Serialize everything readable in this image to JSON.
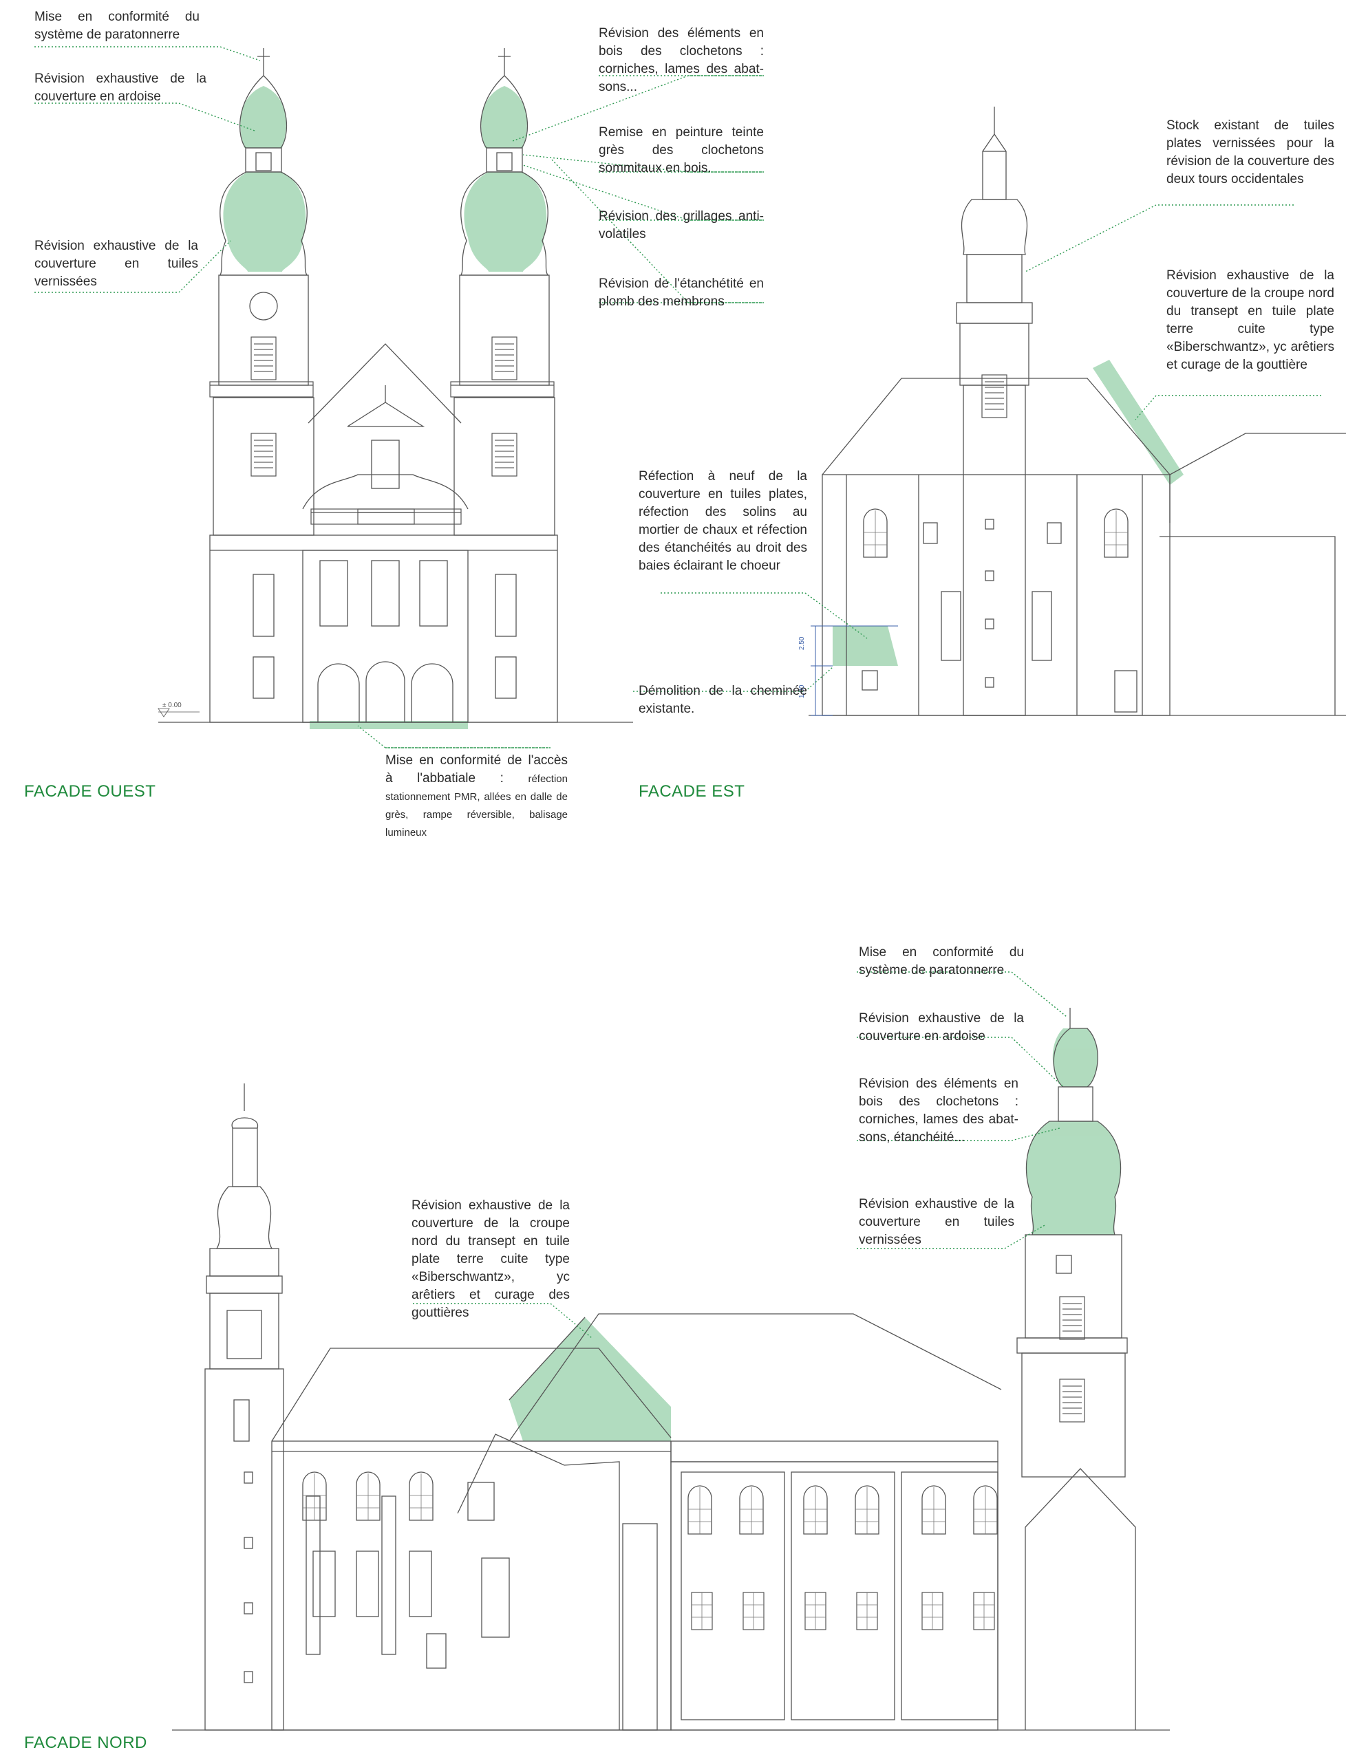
{
  "colors": {
    "highlight": "#a9d8b8",
    "title_green": "#1f8a3c",
    "leader_green": "#2f9a52",
    "line": "#555555",
    "dimension_blue": "#3a5fa8"
  },
  "titles": {
    "ouest": "FACADE OUEST",
    "est": "FACADE EST",
    "nord": "FACADE NORD"
  },
  "level_mark": "± 0.00",
  "dimensions": {
    "upper": "2.50",
    "lower": "1.00"
  },
  "annotations": {
    "ouest_paratonnerre": "Mise en conformité du système de paratonnerre",
    "ouest_ardoise": "Révision exhaustive de la couverture en ardoise",
    "ouest_tuiles": "Révision exhaustive de la couverture en tuiles vernissées",
    "ouest_bois": "Révision des éléments en bois des clochetons : corniches, lames des abat-sons...",
    "ouest_peinture": "Remise en peinture teinte grès des clochetons sommitaux en bois.",
    "ouest_grillages": "Révision des grillages anti-volatiles",
    "ouest_etancheite": "Révision de l'étanchétité en plomb des membrons",
    "ouest_acces_main": "Mise en conformité de l'accès à l'abbatiale :",
    "ouest_acces_detail": "réfection stationnement PMR, allées en dalle de grès, rampe réversible, balisage lumineux",
    "est_stock": "Stock existant de tuiles plates vernissées pour la révision de la couverture des deux tours occidentales",
    "est_croupe": "Révision exhaustive de la couverture de la croupe nord du transept en tuile plate terre cuite type «Biberschwantz», yc arêtiers et curage de la gouttière",
    "est_refection": "Réfection à neuf de la couverture en tuiles plates, réfection des solins au mortier de chaux et réfection des étanchéités au droit des baies éclairant le choeur",
    "est_demolition": "Démolition de la cheminée existante.",
    "nord_croupe": "Révision exhaustive de la couverture de la croupe nord du transept en tuile plate terre cuite type «Biberschwantz», yc arêtiers et curage des gouttières",
    "nord_paratonnerre": "Mise en conformité du système de paratonnerre",
    "nord_ardoise": "Révision exhaustive de la couverture en ardoise",
    "nord_bois": "Révision des éléments en bois des clochetons : corniches, lames des abat-sons, étanchéité...",
    "nord_tuiles": "Révision exhaustive de la couverture en tuiles vernissées"
  }
}
